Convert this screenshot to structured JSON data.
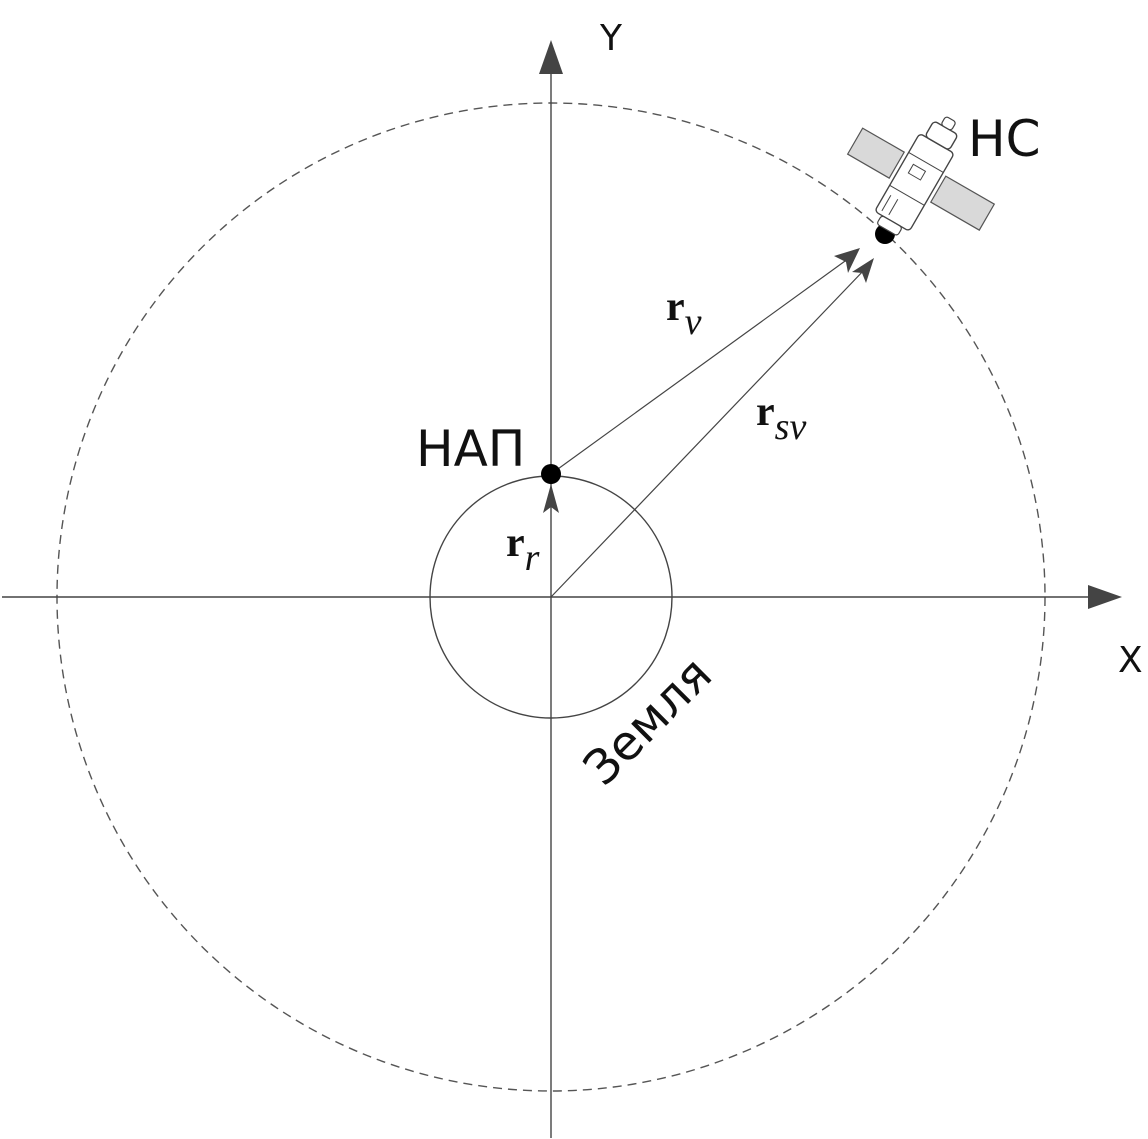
{
  "axes": {
    "x_label": "X",
    "y_label": "Y"
  },
  "labels": {
    "satellite": "НС",
    "receiver": "НАП",
    "earth": "Земля"
  },
  "vectors": {
    "r_v": {
      "main": "r",
      "sub": "v"
    },
    "r_sv": {
      "main": "r",
      "sub": "sv"
    },
    "r_r": {
      "main": "r",
      "sub": "r"
    }
  },
  "colors": {
    "line": "#444444",
    "dashed_orbit": "#555555",
    "text": "#111111",
    "dot": "#000000",
    "panel": "#d9d9d9"
  },
  "icons": {
    "satellite": "satellite-icon"
  }
}
